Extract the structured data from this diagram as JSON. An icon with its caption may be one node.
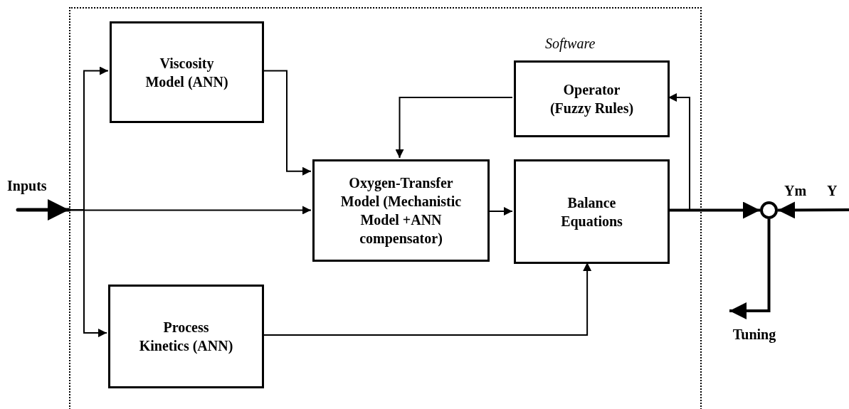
{
  "diagram": {
    "nodes": [
      {
        "text": [
          "Software"
        ]
      },
      {
        "text": [
          "Viscosity Model (ANN)"
        ],
        "in": 0
      },
      {
        "text": [
          "Operator (Fuzzy Rules)"
        ],
        "in": 0
      },
      {
        "text": [
          "Oxygen-Transfer Model (Mechanistic Model +ANN compensator)"
        ],
        "in": 0
      },
      {
        "text": [
          "Balance Equations"
        ],
        "in": 0
      },
      {
        "text": [
          "Process Kinetics (ANN)"
        ],
        "in": 0
      },
      {
        "text": [],
        "shape": "circle"
      },
      {
        "text": [
          "Tuning"
        ]
      }
    ],
    "edges": [
      {
        "from": null,
        "to": 1,
        "arrow": "to"
      },
      {
        "from": null,
        "to": 3,
        "arrow": "to"
      },
      {
        "from": null,
        "to": 5,
        "arrow": "to"
      },
      {
        "from": 1,
        "to": 3,
        "arrow": "to"
      },
      {
        "from": 2,
        "to": 3,
        "arrow": "to"
      },
      {
        "from": 3,
        "to": 4,
        "arrow": "to"
      },
      {
        "from": 5,
        "to": 4,
        "arrow": "to"
      },
      {
        "from": 4,
        "to": 2,
        "arrow": "to"
      },
      {
        "from": 4,
        "to": 6,
        "arrow": "to",
        "label": "Ym",
        "style": "thick"
      },
      {
        "from": null,
        "to": 6,
        "arrow": "to",
        "label": "Y",
        "style": "thick"
      },
      {
        "from": 6,
        "to": 7,
        "arrow": "to",
        "style": "thick"
      }
    ],
    "labels": [
      "Inputs"
    ]
  }
}
